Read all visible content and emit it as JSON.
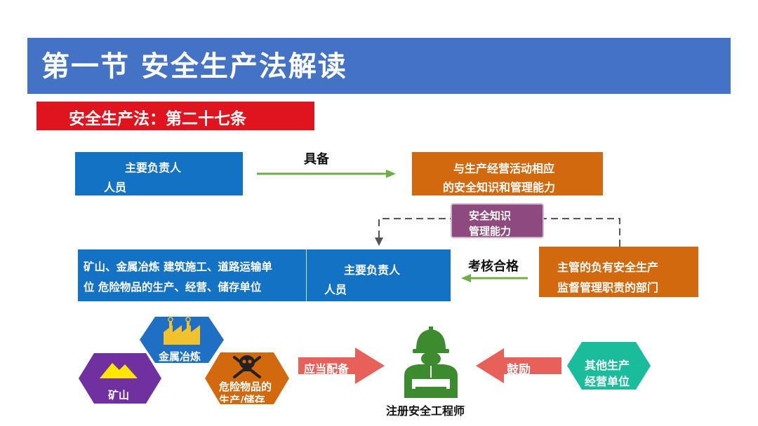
{
  "header": {
    "title": "第一节  安全生产法解读"
  },
  "section_banner": {
    "text": "安全生产法：第二十七条"
  },
  "top_row": {
    "left_box": {
      "line1": "主要负责人",
      "line2": "人员"
    },
    "arrow_label": "具备",
    "right_box": {
      "line1": "与生产经营活动相应",
      "line2": "的安全知识和管理能力"
    }
  },
  "middle": {
    "purple_box": {
      "line1": "安全知识",
      "line2": "管理能力"
    },
    "units_box": {
      "line1": "矿山、金属冶炼 建筑施工、道路运输单",
      "line2": "位 危险物品的生产、经营、储存单位"
    },
    "center_box": {
      "line1": "主要负责人",
      "line2": "人员"
    },
    "arrow_label": "考核合格",
    "dept_box": {
      "line1": "主管的负有安全生产",
      "line2": "监督管理职责的部门"
    }
  },
  "bottom": {
    "hex_metal": {
      "label": "金属冶炼",
      "icon": "factory-icon"
    },
    "hex_mine": {
      "label": "矿山",
      "icon": "mountain-icon"
    },
    "hex_danger": {
      "line1": "危险物品的",
      "line2": "生产/储存",
      "icon": "skull-crossbones-icon"
    },
    "arrow_left_label": "应当配备",
    "engineer": {
      "label": "注册安全工程师",
      "icon": "engineer-icon"
    },
    "arrow_right_label": "鼓励",
    "hex_other": {
      "line1": "其他生产",
      "line2": "经营单位"
    }
  },
  "colors": {
    "header_blue": "#4472c4",
    "banner_red": "#e0141e",
    "box_blue": "#1472c5",
    "box_orange": "#d3690e",
    "purple": "#8e4a7e",
    "green_arrow": "#70ad47",
    "hex_blue": "#1f6fc4",
    "hex_purple": "#7030a0",
    "hex_orange": "#d3690e",
    "hex_teal": "#1abc9c",
    "salmon_arrow": "#e8605a",
    "engineer_green": "#3d8b2f"
  }
}
